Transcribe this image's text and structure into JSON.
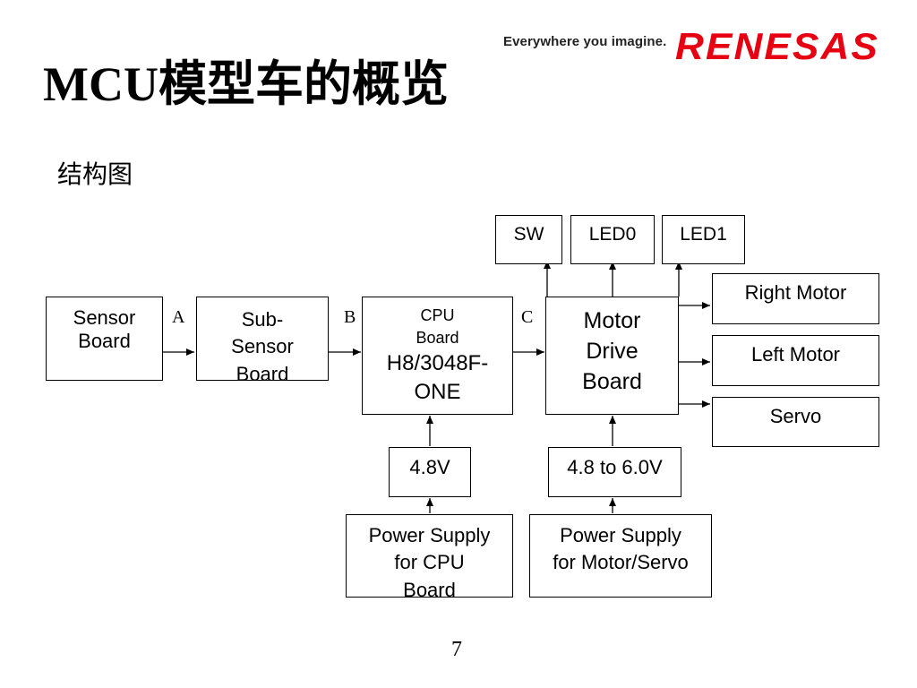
{
  "slide": {
    "title": "MCU模型车的概览",
    "subtitle": "结构图",
    "page_number": "7"
  },
  "brand": {
    "tagline": "Everywhere you imagine.",
    "logo_text": "RENESAS",
    "logo_color": "#e60012"
  },
  "diagram": {
    "nodes": {
      "sensor_board": "Sensor\nBoard",
      "sub_sensor_board": "Sub-\nSensor\nBoard",
      "cpu_board_small": "CPU\nBoard",
      "cpu_board_model": "H8/3048F-\nONE",
      "motor_drive_board": "Motor\nDrive\nBoard",
      "sw": "SW",
      "led0": "LED0",
      "led1": "LED1",
      "right_motor": "Right Motor",
      "left_motor": "Left Motor",
      "servo": "Servo",
      "v48": "4.8V",
      "v48_60": "4.8 to 6.0V",
      "psu_cpu": "Power Supply\nfor CPU\nBoard",
      "psu_motor": "Power Supply\nfor Motor/Servo"
    },
    "edge_labels": {
      "a": "A",
      "b": "B",
      "c": "C"
    }
  }
}
